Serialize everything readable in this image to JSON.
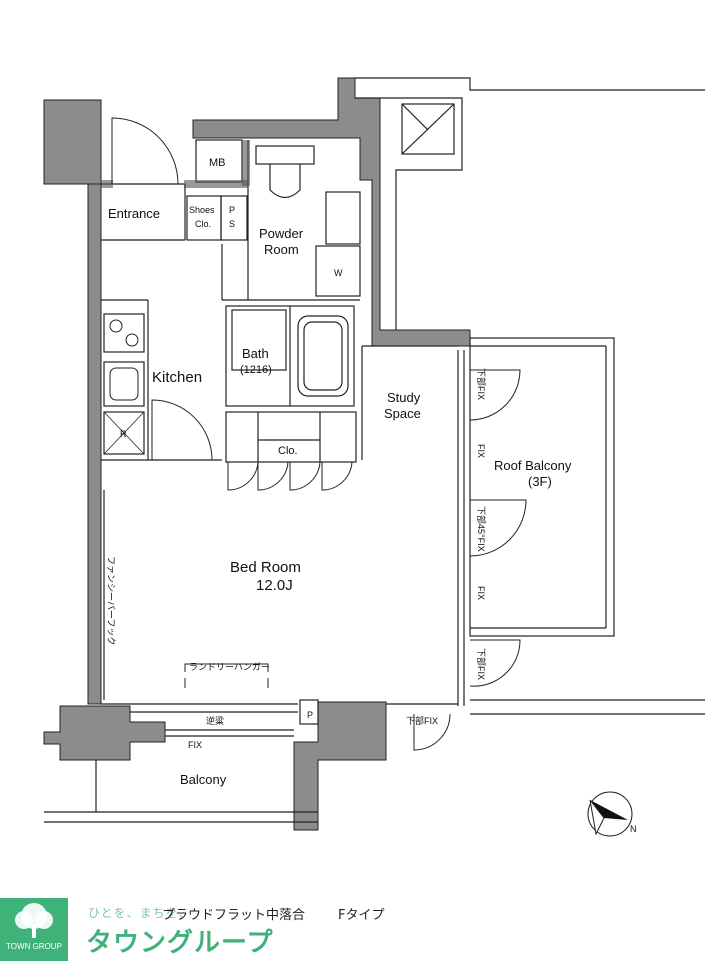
{
  "rooms": {
    "entrance": "Entrance",
    "shoes_clo_1": "Shoes",
    "shoes_clo_2": "Clo.",
    "ps_1": "P",
    "ps_2": "S",
    "mb": "MB",
    "powder_room_1": "Powder",
    "powder_room_2": "Room",
    "washer": "W",
    "kitchen": "Kitchen",
    "fridge": "R",
    "bath": "Bath",
    "bath_size": "(1216)",
    "study_1": "Study",
    "study_2": "Space",
    "clo": "Clo.",
    "bedroom": "Bed Room",
    "bedroom_size": "12.0J",
    "roof_balcony": "Roof Balcony",
    "roof_balcony_floor": "(3F)",
    "balcony": "Balcony",
    "p_small": "P"
  },
  "notes": {
    "fancy_hook": "ファンシーバーフック",
    "laundry_hanger": "ランドリーハンガー",
    "sliding": "逆粱",
    "fix": "FIX",
    "lower_fix": "下部FIX",
    "fix_a": "下部FIX",
    "fix_b": "FIX",
    "fix_c": "下部45°FIX",
    "fix_d": "FIX",
    "fix_e": "下部FIX"
  },
  "compass": {
    "north_label": "N"
  },
  "footer": {
    "tagline": "ひとを、まちを、",
    "brand": "タウングループ",
    "logo_caption": "TOWN GROUP",
    "building": "プラウドフラット中落合",
    "type": "Fタイプ"
  },
  "colors": {
    "wall": "#8c8c8c",
    "line": "#222222",
    "brand": "#3fb27a"
  }
}
